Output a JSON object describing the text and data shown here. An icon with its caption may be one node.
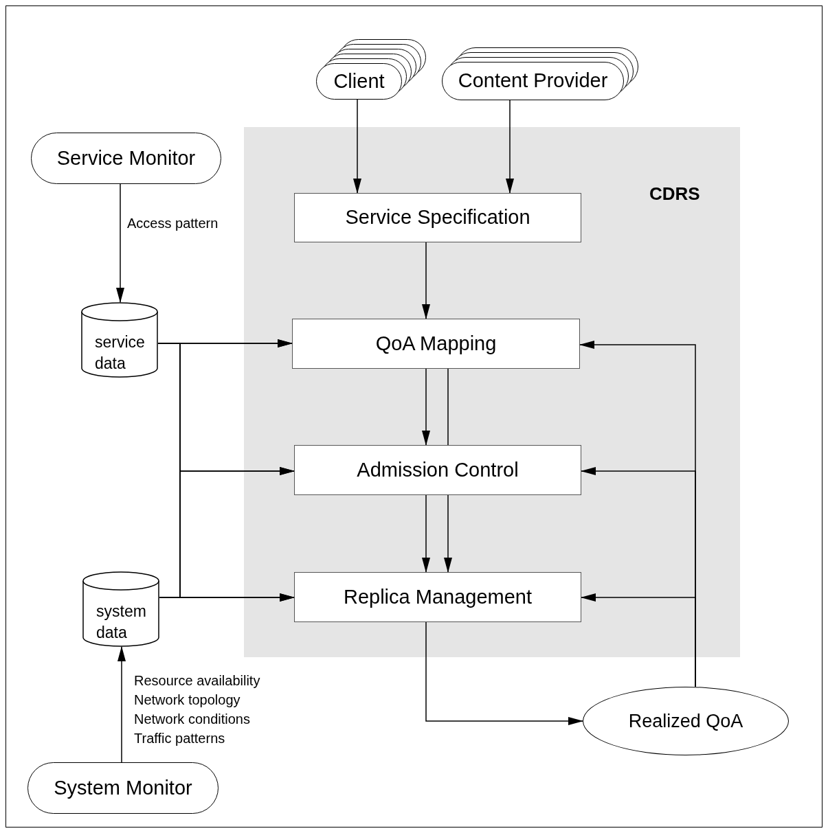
{
  "diagram": {
    "nodes": [
      {
        "text": [
          "CDRS"
        ]
      },
      {
        "text": [
          "Client"
        ]
      },
      {
        "text": [
          "Content Provider"
        ]
      },
      {
        "text": [
          "Service Monitor"
        ]
      },
      {
        "text": [
          "Service Specification"
        ],
        "in": 0
      },
      {
        "text": [
          "QoA Mapping"
        ],
        "in": 0
      },
      {
        "text": [
          "Admission Control"
        ],
        "in": 0
      },
      {
        "text": [
          "Replica Management"
        ],
        "in": 0
      },
      {
        "text": [
          "service data"
        ]
      },
      {
        "text": [
          "system data"
        ]
      },
      {
        "text": [
          "System Monitor"
        ]
      },
      {
        "text": [
          "Realized QoA"
        ]
      }
    ],
    "edges": [
      {
        "from": 1,
        "to": 4,
        "arrow": "to"
      },
      {
        "from": 2,
        "to": 4,
        "arrow": "to"
      },
      {
        "from": 4,
        "to": 5,
        "arrow": "to"
      },
      {
        "from": 3,
        "to": 8,
        "arrow": "to",
        "label": "Access pattern"
      },
      {
        "from": 8,
        "to": 5,
        "arrow": "to"
      },
      {
        "from": 8,
        "to": 6,
        "arrow": "to"
      },
      {
        "from": 8,
        "to": 7,
        "arrow": "to"
      },
      {
        "from": 9,
        "to": 5,
        "arrow": "to"
      },
      {
        "from": 9,
        "to": 6,
        "arrow": "to"
      },
      {
        "from": 9,
        "to": 7,
        "arrow": "to"
      },
      {
        "from": 5,
        "to": 6,
        "arrow": "to"
      },
      {
        "from": 5,
        "to": 6,
        "arrow": "none"
      },
      {
        "from": 6,
        "to": 7,
        "arrow": "to"
      },
      {
        "from": 7,
        "to": 11,
        "arrow": "to"
      },
      {
        "from": 11,
        "to": 5,
        "arrow": "to"
      },
      {
        "from": 11,
        "to": 6,
        "arrow": "to"
      },
      {
        "from": 11,
        "to": 7,
        "arrow": "to"
      },
      {
        "from": 10,
        "to": 9,
        "arrow": "to"
      },
      {
        "from": 6,
        "to": 7,
        "arrow": "to"
      }
    ],
    "labels": [
      "Resource availability",
      "Network topology",
      "Network conditions",
      "Traffic patterns"
    ]
  }
}
